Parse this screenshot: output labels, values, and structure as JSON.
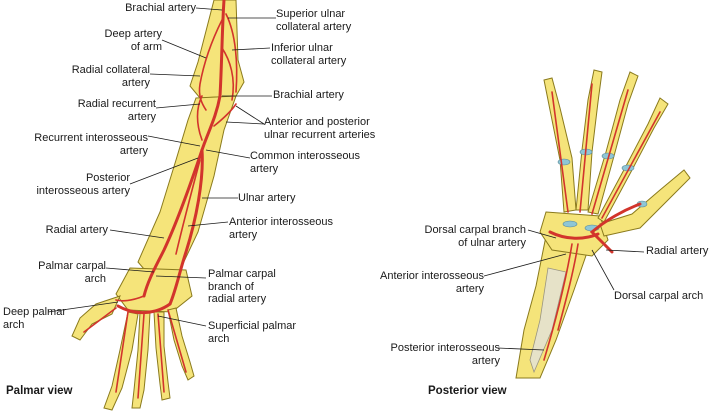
{
  "palette": {
    "bone": "#f5e47a",
    "bone_edge": "#8a7a1c",
    "artery": "#d2342c",
    "cartilage": "#8ec6d6",
    "leader": "#1a1a1a"
  },
  "palmar": {
    "view_title": "Palmar view",
    "labels": {
      "brachial_artery_top": "Brachial artery",
      "superior_ulnar_collateral": "Superior ulnar\ncollateral artery",
      "deep_artery_of_arm": "Deep artery\nof arm",
      "inferior_ulnar_collateral": "Inferior ulnar\ncollateral artery",
      "radial_collateral": "Radial collateral\nartery",
      "brachial_artery": "Brachial artery",
      "radial_recurrent": "Radial recurrent\nartery",
      "ulnar_recurrent": "Anterior and posterior\nulnar recurrent arteries",
      "recurrent_interosseous": "Recurrent interosseous\nartery",
      "common_interosseous": "Common interosseous\nartery",
      "posterior_interosseous": "Posterior\ninterosseous artery",
      "ulnar_artery": "Ulnar artery",
      "anterior_interosseous": "Anterior interosseous\nartery",
      "radial_artery": "Radial artery",
      "palmar_carpal_arch": "Palmar carpal\narch",
      "palmar_carpal_branch": "Palmar carpal\nbranch of\nradial artery",
      "deep_palmar_arch": "Deep palmar\narch",
      "superficial_palmar_arch": "Superficial palmar\narch"
    }
  },
  "posterior": {
    "view_title": "Posterior view",
    "labels": {
      "dorsal_carpal_branch_ulnar": "Dorsal carpal branch\nof ulnar artery",
      "radial_artery": "Radial artery",
      "anterior_interosseous": "Anterior interosseous\nartery",
      "dorsal_carpal_arch": "Dorsal carpal arch",
      "posterior_interosseous": "Posterior interosseous\nartery"
    }
  }
}
